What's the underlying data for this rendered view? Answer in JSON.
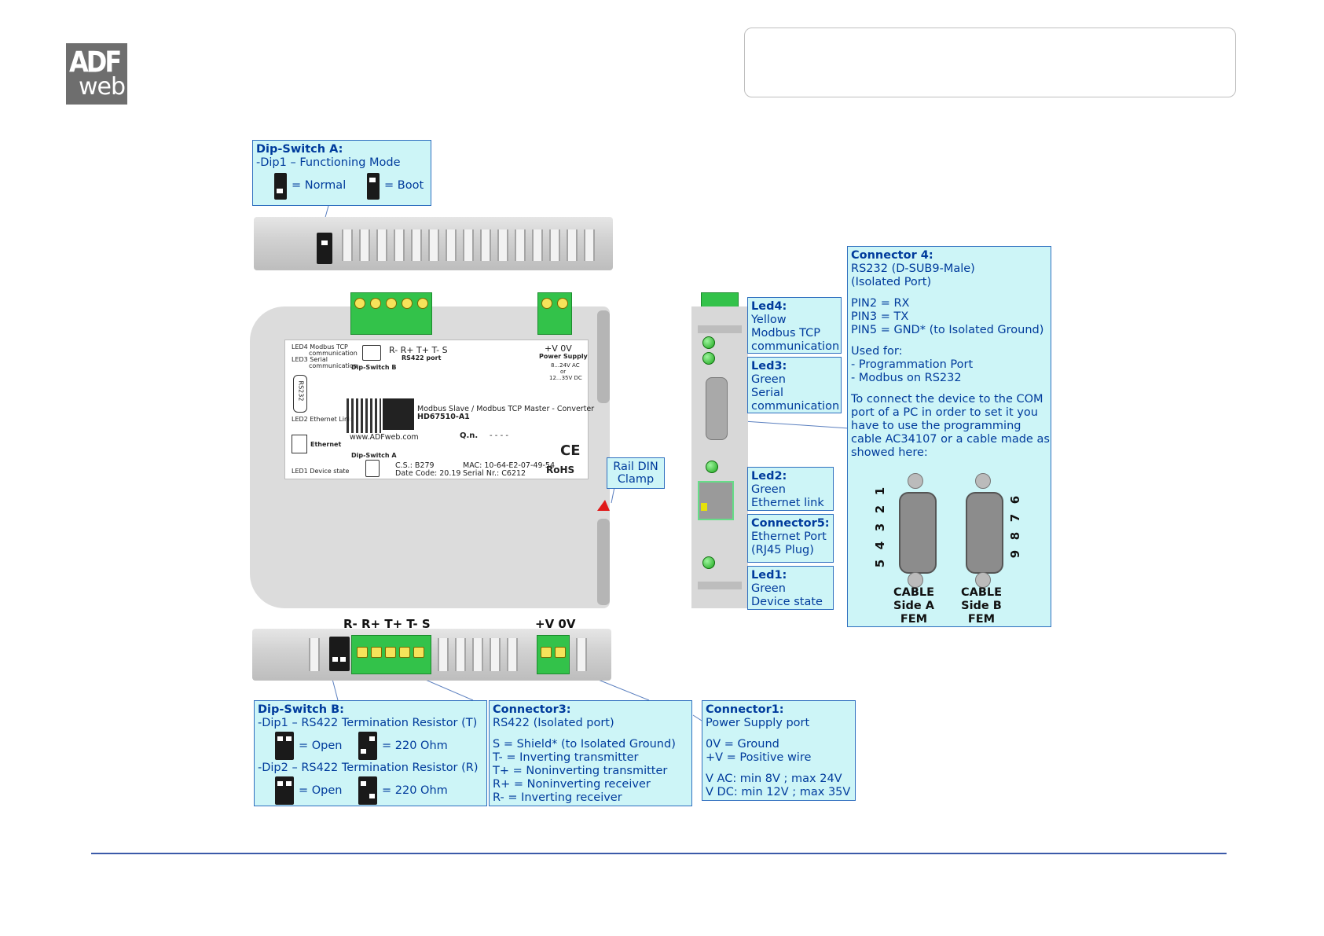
{
  "logo": {
    "line1": "ADF",
    "line2": "web"
  },
  "dip_switch_a": {
    "title": "Dip-Switch A:",
    "line1": "-Dip1 – Functioning Mode",
    "normal": "= Normal",
    "boot": "= Boot"
  },
  "connector4": {
    "title": "Connector 4:",
    "line1": "RS232 (D-SUB9-Male)",
    "line2": "(Isolated Port)",
    "pin2": "PIN2 = RX",
    "pin3": "PIN3 = TX",
    "pin5": "PIN5 = GND* (to Isolated Ground)",
    "used_for": "Used for:",
    "use1": " - Programmation Port",
    "use2": " - Modbus on RS232",
    "desc1": "To connect the device to the COM",
    "desc2": "port of a PC in order to set it you",
    "desc3": "have to use the programming",
    "desc4": "cable AC34107 or a cable made as",
    "desc5": "showed here:",
    "cable_a": [
      "CABLE",
      "Side A",
      "FEM"
    ],
    "cable_b": [
      "CABLE",
      "Side B",
      "FEM"
    ],
    "pins_a": [
      "1",
      "2",
      "3",
      "4",
      "5"
    ],
    "pins_b": [
      "6",
      "7",
      "8",
      "9"
    ]
  },
  "led4": {
    "title": "Led4:",
    "line1": "Yellow",
    "line2": "Modbus TCP",
    "line3": "communication"
  },
  "led3": {
    "title": "Led3:",
    "line1": "Green",
    "line2": "Serial",
    "line3": "communication"
  },
  "led2": {
    "title": "Led2:",
    "line1": "Green",
    "line2": "Ethernet link"
  },
  "connector5": {
    "title": "Connector5:",
    "line1": "Ethernet Port",
    "line2": "(RJ45 Plug)"
  },
  "led1": {
    "title": "Led1:",
    "line1": "Green",
    "line2": "Device state"
  },
  "rail_din": {
    "line1": "Rail DIN",
    "line2": "Clamp"
  },
  "bottom_labels": {
    "rs422": "R- R+ T+ T- S",
    "power": "+V 0V"
  },
  "dip_switch_b": {
    "title": "Dip-Switch B:",
    "line1": "-Dip1 – RS422 Termination Resistor (T)",
    "open1": "= Open",
    "ohm1": "= 220 Ohm",
    "line2": "-Dip2 – RS422 Termination Resistor (R)",
    "open2": "= Open",
    "ohm2": "= 220 Ohm"
  },
  "connector3": {
    "title": "Connector3:",
    "line1": "RS422 (Isolated port)",
    "s": "S = Shield* (to Isolated Ground)",
    "tm": "T- = Inverting transmitter",
    "tp": "T+ = Noninverting transmitter",
    "rp": "R+ = Noninverting receiver",
    "rm": "R- = Inverting receiver"
  },
  "connector1": {
    "title": "Connector1:",
    "line1": "Power Supply port",
    "gnd": "0V = Ground",
    "pos": "+V = Positive wire",
    "vac": "V AC: min 8V ; max 24V",
    "vdc": "V DC: min 12V ; max 35V"
  },
  "device_label": {
    "led4": "LED4 Modbus TCP",
    "led4b": "communication",
    "led3": "LED3 Serial",
    "led3b": "communication",
    "dipb": "Dip-Switch B",
    "rs422_pins": "R-  R+  T+  T-  S",
    "rs422_port": "RS422 port",
    "power_pins": "+V  0V",
    "power_supply": "Power Supply",
    "ps_ac": "8...24V AC",
    "ps_or": "or",
    "ps_dc": "12...35V DC",
    "rs232": "RS232",
    "led2": "LED2 Ethernet Link",
    "product": "Modbus Slave / Modbus TCP Master - Converter",
    "code": "HD67510-A1",
    "ethernet": "Ethernet",
    "website": "www.ADFweb.com",
    "qn": "Q.n.",
    "qn_val": "- - - -",
    "dipa": "Dip-Switch A",
    "led1": "LED1 Device state",
    "cs": "C.S.: B279",
    "datecode": "Date Code: 20.19",
    "mac": "MAC: 10-64-E2-07-49-54",
    "serial": "Serial Nr.: C6212",
    "ce": "CE",
    "rohs": "RoHS"
  }
}
